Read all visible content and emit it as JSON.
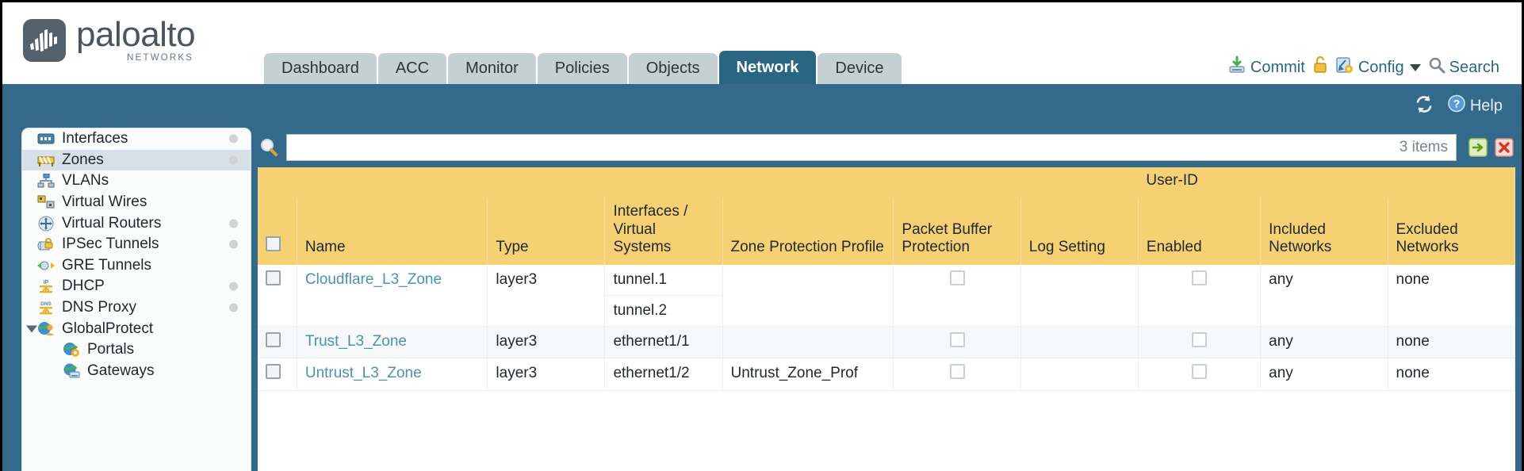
{
  "brand": {
    "name": "paloalto",
    "tagline": "NETWORKS",
    "logo_icon": "paloalto-logo-icon"
  },
  "tabs": [
    {
      "label": "Dashboard",
      "active": false
    },
    {
      "label": "ACC",
      "active": false
    },
    {
      "label": "Monitor",
      "active": false
    },
    {
      "label": "Policies",
      "active": false
    },
    {
      "label": "Objects",
      "active": false
    },
    {
      "label": "Network",
      "active": true
    },
    {
      "label": "Device",
      "active": false
    }
  ],
  "top_actions": {
    "commit_label": "Commit",
    "commit_icon": "commit-download-icon",
    "lock_icon": "padlock-icon",
    "config_label": "Config",
    "config_icon": "config-wrench-icon",
    "config_caret": "chevron-down-icon",
    "search_label": "Search",
    "search_icon": "search-magnifier-icon"
  },
  "blue_bar": {
    "refresh_icon": "refresh-icon",
    "help_label": "Help",
    "help_icon": "help-question-icon"
  },
  "sidebar": {
    "items": [
      {
        "label": "Interfaces",
        "icon": "interfaces-icon",
        "selected": false,
        "dot": true,
        "child": false,
        "expander": false
      },
      {
        "label": "Zones",
        "icon": "zones-icon",
        "selected": true,
        "dot": true,
        "child": false,
        "expander": false
      },
      {
        "label": "VLANs",
        "icon": "vlans-icon",
        "selected": false,
        "dot": false,
        "child": false,
        "expander": false
      },
      {
        "label": "Virtual Wires",
        "icon": "virtual-wires-icon",
        "selected": false,
        "dot": false,
        "child": false,
        "expander": false
      },
      {
        "label": "Virtual Routers",
        "icon": "virtual-routers-icon",
        "selected": false,
        "dot": true,
        "child": false,
        "expander": false
      },
      {
        "label": "IPSec Tunnels",
        "icon": "ipsec-tunnels-icon",
        "selected": false,
        "dot": true,
        "child": false,
        "expander": false
      },
      {
        "label": "GRE Tunnels",
        "icon": "gre-tunnels-icon",
        "selected": false,
        "dot": false,
        "child": false,
        "expander": false
      },
      {
        "label": "DHCP",
        "icon": "dhcp-icon",
        "selected": false,
        "dot": true,
        "child": false,
        "expander": false
      },
      {
        "label": "DNS Proxy",
        "icon": "dns-proxy-icon",
        "selected": false,
        "dot": true,
        "child": false,
        "expander": false
      },
      {
        "label": "GlobalProtect",
        "icon": "globalprotect-icon",
        "selected": false,
        "dot": false,
        "child": false,
        "expander": true
      },
      {
        "label": "Portals",
        "icon": "portals-icon",
        "selected": false,
        "dot": false,
        "child": true,
        "expander": false
      },
      {
        "label": "Gateways",
        "icon": "gateways-icon",
        "selected": false,
        "dot": false,
        "child": true,
        "expander": false
      }
    ]
  },
  "search": {
    "icon": "search-magnifier-icon",
    "value": "",
    "placeholder": "",
    "items_count": "3 items",
    "apply_icon": "apply-arrow-icon",
    "clear_icon": "clear-x-icon"
  },
  "table": {
    "group_header": {
      "label": "User-ID",
      "span": 3
    },
    "columns": [
      "Name",
      "Type",
      "Interfaces / Virtual Systems",
      "Zone Protection Profile",
      "Packet Buffer Protection",
      "Log Setting",
      "Enabled",
      "Included Networks",
      "Excluded Networks"
    ],
    "select_all_checkbox": false,
    "rows": [
      {
        "checked": false,
        "name": "Cloudflare_L3_Zone",
        "type": "layer3",
        "interfaces": [
          "tunnel.1",
          "tunnel.2"
        ],
        "zone_protection_profile": "",
        "packet_buffer_protection": false,
        "log_setting": "",
        "userid_enabled": false,
        "included_networks": "any",
        "excluded_networks": "none"
      },
      {
        "checked": false,
        "name": "Trust_L3_Zone",
        "type": "layer3",
        "interfaces": [
          "ethernet1/1"
        ],
        "zone_protection_profile": "",
        "packet_buffer_protection": false,
        "log_setting": "",
        "userid_enabled": false,
        "included_networks": "any",
        "excluded_networks": "none"
      },
      {
        "checked": false,
        "name": "Untrust_L3_Zone",
        "type": "layer3",
        "interfaces": [
          "ethernet1/2"
        ],
        "zone_protection_profile": "Untrust_Zone_Prof",
        "packet_buffer_protection": false,
        "log_setting": "",
        "userid_enabled": false,
        "included_networks": "any",
        "excluded_networks": "none"
      }
    ]
  },
  "colors": {
    "brand_blue": "#336a8c",
    "tab_active": "#2b6584",
    "tab_inactive": "#c5d0d3",
    "table_header": "#f5d173",
    "table_group_header": "#ddaf3f",
    "link": "#4a90b8",
    "sidebar_selected": "#d6e0e6"
  }
}
